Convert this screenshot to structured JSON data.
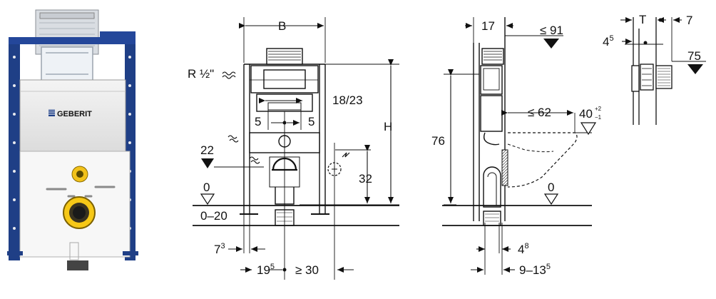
{
  "product": {
    "brand": "GEBERIT"
  },
  "front_view": {
    "width_label": "B",
    "height_label": "H",
    "water_inlet_label": "R ½\"",
    "flush_spacing_label": "18/23",
    "left_offset_label": "5",
    "right_offset_label": "5",
    "inlet_height_label": "22",
    "drain_height_label": "32",
    "floor_label": "0",
    "floor_range_label": "0–20",
    "left_gap_label": "7",
    "left_gap_sup": "3",
    "drain_offset_label": "19",
    "drain_offset_sup": "5",
    "min_clearance_label": "≥ 30"
  },
  "side_view": {
    "depth_label": "17",
    "max_wall_label": "≤ 91",
    "frame_height_label": "76",
    "pan_projection_label": "≤ 62",
    "seat_height_label": "40",
    "seat_tol_upper": "+2",
    "seat_tol_lower": "−1",
    "floor_label": "0",
    "bracket_label": "4",
    "bracket_sup": "8",
    "drain_range_label": "9–13",
    "drain_range_sup": "5"
  },
  "detail_view": {
    "thickness_label": "T",
    "right_label": "7",
    "left_label": "4",
    "left_sup": "5",
    "height_label": "75"
  }
}
